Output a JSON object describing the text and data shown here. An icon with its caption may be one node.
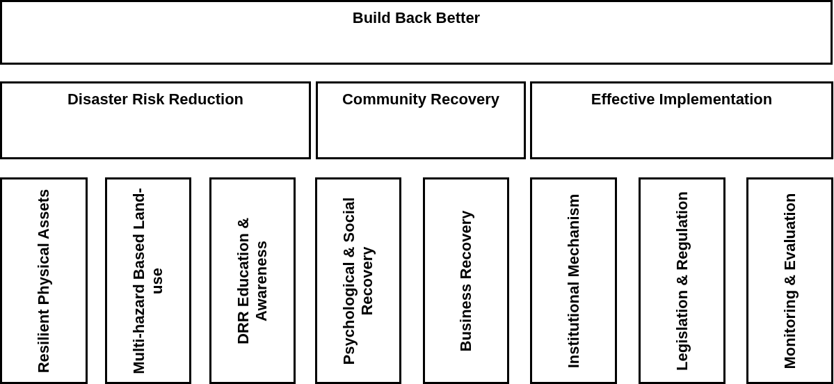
{
  "diagram": {
    "nodes": [
      {
        "text": [
          "Build Back Better"
        ]
      },
      {
        "text": [
          "Disaster Risk Reduction"
        ]
      },
      {
        "text": [
          "Community Recovery"
        ]
      },
      {
        "text": [
          "Effective Implementation"
        ]
      },
      {
        "text": [
          "Resilient Physical Assets"
        ]
      },
      {
        "text": [
          "Multi-hazard Based Land-use"
        ]
      },
      {
        "text": [
          "DRR Education & Awareness"
        ]
      },
      {
        "text": [
          "Psychological & Social Recovery"
        ]
      },
      {
        "text": [
          "Business Recovery"
        ]
      },
      {
        "text": [
          "Institutional Mechanism"
        ]
      },
      {
        "text": [
          "Legislation & Regulation"
        ]
      },
      {
        "text": [
          "Monitoring & Evaluation"
        ]
      }
    ]
  }
}
